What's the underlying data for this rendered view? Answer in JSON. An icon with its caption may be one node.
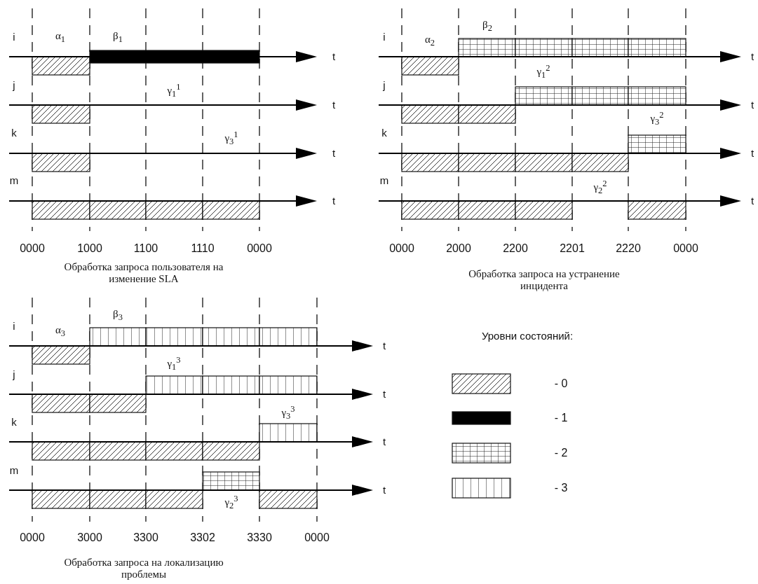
{
  "diagram": {
    "labels": [
      "i",
      "α$_{1}$",
      "β$_{1}$",
      "t",
      "j",
      "γ$_{1}$$^{1}$",
      "t",
      "k",
      "γ$_{3}$$^{1}$",
      "t",
      "m",
      "t",
      "0000",
      "1000",
      "1100",
      "1110",
      "0000",
      "Обработка запроса пользователя на изменение SLA",
      "β$_{2}$",
      "i",
      "α$_{2}$",
      "t",
      "γ$_{1}$$^{2}$",
      "j",
      "t",
      "γ$_{3}$$^{2}$",
      "k",
      "t",
      "m",
      "γ$_{2}$$^{2}$",
      "t",
      "0000",
      "2000",
      "2200",
      "2201",
      "2220",
      "0000",
      "Обработка запроса на устранение инцидента",
      "β$_{3}$",
      "i",
      "α$_{3}$",
      "t",
      "γ$_{1}$$^{3}$",
      "j",
      "t",
      "γ$_{3}$$^{3}$",
      "k",
      "t",
      "m",
      "t",
      "γ$_{2}$$^{3}$",
      "0000",
      "3000",
      "3300",
      "3302",
      "3330",
      "0000",
      "Обработка запроса на локализацию проблемы",
      "Уровни состояний:"
    ],
    "legend": [
      {
        "text": "- 0"
      },
      {
        "text": "- 1",
        "color": "#000000"
      },
      {
        "text": "- 2"
      },
      {
        "text": "- 3"
      }
    ]
  }
}
